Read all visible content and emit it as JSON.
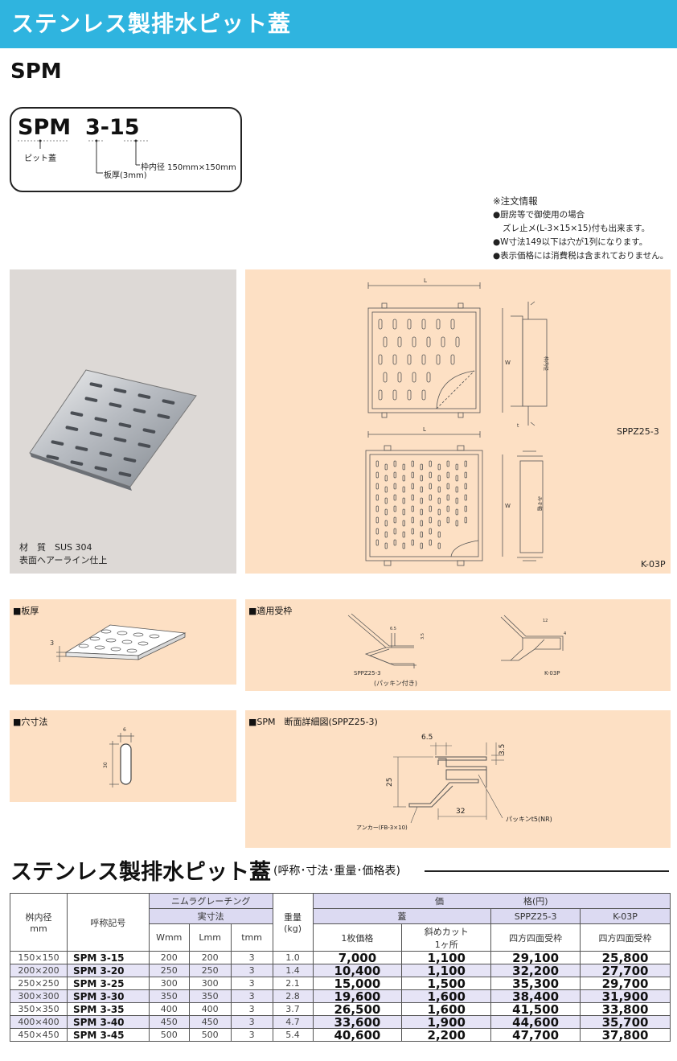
{
  "header": {
    "title": "ステンレス製排水ピット蓋"
  },
  "model": {
    "name": "SPM"
  },
  "code": {
    "prefix": "SPM",
    "number": "3-15",
    "prefix_label": "ピット蓋",
    "frame_label": "枠内径 150mm×150mm",
    "thickness_label": "板厚(3mm)"
  },
  "notes": [
    "※注文情報",
    "●厨房等で御使用の場合",
    "ズレ止メ(L-3×15×15)付も出来ます。",
    "●W寸法149以下は穴が1列になります。",
    "●表示価格には消費税は含まれておりません。"
  ],
  "photo": {
    "material": "材　質　SUS 304",
    "finish": "表面ヘアーライン仕上"
  },
  "drawing": {
    "tag_top": "SPPZ25-3",
    "tag_bottom": "K-03P",
    "dim_L": "L",
    "dim_W": "W",
    "dim_inner": "枠内径",
    "dim_groove": "みぞ幅",
    "dim_t": "t"
  },
  "panels": {
    "thickness": {
      "title": "■板厚",
      "dim": "3"
    },
    "frames": {
      "title": "■適用受枠",
      "left_label": "SPPZ25-3",
      "left_sub": "(パッキン付き)",
      "right_label": "K-03P",
      "d1": "6.5",
      "d2": "3.5",
      "d3": "12",
      "d4": "4"
    },
    "hole": {
      "title": "■穴寸法",
      "w": "6",
      "h": "30"
    },
    "section": {
      "title": "■SPM　断面詳細図(SPPZ25-3)",
      "d_top": "6.5",
      "d_right": "3.5",
      "d_height": "25",
      "d_width": "32",
      "packing": "パッキンt5(NR)",
      "anchor": "アンカー(FB-3×10)"
    }
  },
  "section": {
    "title": "ステンレス製排水ピット蓋",
    "subtitle": "(呼称･寸法･重量･価格表)"
  },
  "table": {
    "h_size": "桝内径",
    "h_size_unit": "mm",
    "h_code": "呼称記号",
    "h_grating": "ニムラグレーチング",
    "h_actual": "実寸法",
    "h_w": "Wmm",
    "h_l": "Lmm",
    "h_t": "tmm",
    "h_weight": "重量",
    "h_weight_unit": "(kg)",
    "h_price_a": "価",
    "h_price_b": "格(円)",
    "h_lid": "蓋",
    "h_sppz": "SPPZ25-3",
    "h_k03p": "K-03P",
    "h_single": "1枚価格",
    "h_cut_a": "斜めカット",
    "h_cut_b": "1ヶ所",
    "h_frame1": "四方四面受枠",
    "h_frame2": "四方四面受枠",
    "rows": [
      [
        "150×150",
        "SPM 3-15",
        "200",
        "200",
        "3",
        "1.0",
        "7,000",
        "1,100",
        "29,100",
        "25,800"
      ],
      [
        "200×200",
        "SPM 3-20",
        "250",
        "250",
        "3",
        "1.4",
        "10,400",
        "1,100",
        "32,200",
        "27,700"
      ],
      [
        "250×250",
        "SPM 3-25",
        "300",
        "300",
        "3",
        "2.1",
        "15,000",
        "1,500",
        "35,300",
        "29,700"
      ],
      [
        "300×300",
        "SPM 3-30",
        "350",
        "350",
        "3",
        "2.8",
        "19,600",
        "1,600",
        "38,400",
        "31,900"
      ],
      [
        "350×350",
        "SPM 3-35",
        "400",
        "400",
        "3",
        "3.7",
        "26,500",
        "1,600",
        "41,500",
        "33,800"
      ],
      [
        "400×400",
        "SPM 3-40",
        "450",
        "450",
        "3",
        "4.7",
        "33,600",
        "1,900",
        "44,600",
        "35,700"
      ],
      [
        "450×450",
        "SPM 3-45",
        "500",
        "500",
        "3",
        "5.4",
        "40,600",
        "2,200",
        "47,700",
        "37,800"
      ]
    ]
  },
  "colors": {
    "banner": "#2fb4df",
    "panel": "#fde0c4",
    "photo_bg": "#ddd9d6",
    "row_shade": "#e6e4f6"
  }
}
